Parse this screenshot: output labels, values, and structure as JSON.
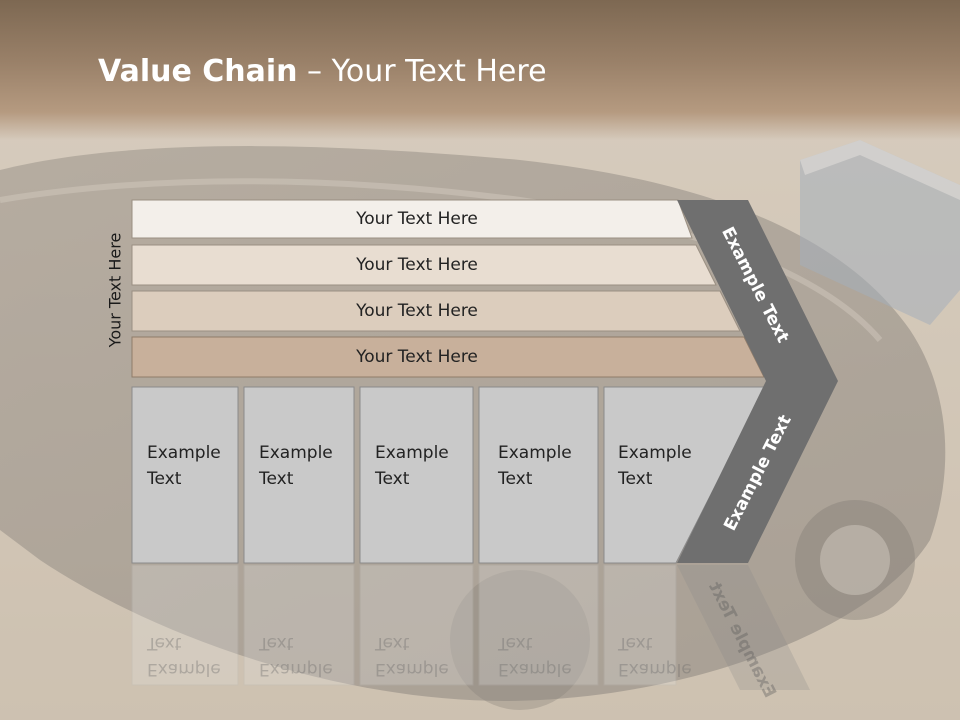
{
  "slide": {
    "title_bold": "Value Chain",
    "title_rest": " – Your Text Here",
    "side_label": "Your Text Here"
  },
  "rows": [
    {
      "label": "Your Text Here",
      "color": "#f3efea"
    },
    {
      "label": "Your Text Here",
      "color": "#e8ddd1"
    },
    {
      "label": "Your Text Here",
      "color": "#dccdbd"
    },
    {
      "label": "Your Text Here",
      "color": "#c8b09b"
    }
  ],
  "activities": [
    {
      "line1": "Example",
      "line2": "Text"
    },
    {
      "line1": "Example",
      "line2": "Text"
    },
    {
      "line1": "Example",
      "line2": "Text"
    },
    {
      "line1": "Example",
      "line2": "Text"
    },
    {
      "line1": "Example",
      "line2": "Text"
    }
  ],
  "chevron": {
    "upper_label": "Example Text",
    "lower_label": "Example Text",
    "color": "#6f6f6f"
  },
  "colors": {
    "cell_fill": "#c9c9c9",
    "cell_border": "#8a8a8a"
  }
}
